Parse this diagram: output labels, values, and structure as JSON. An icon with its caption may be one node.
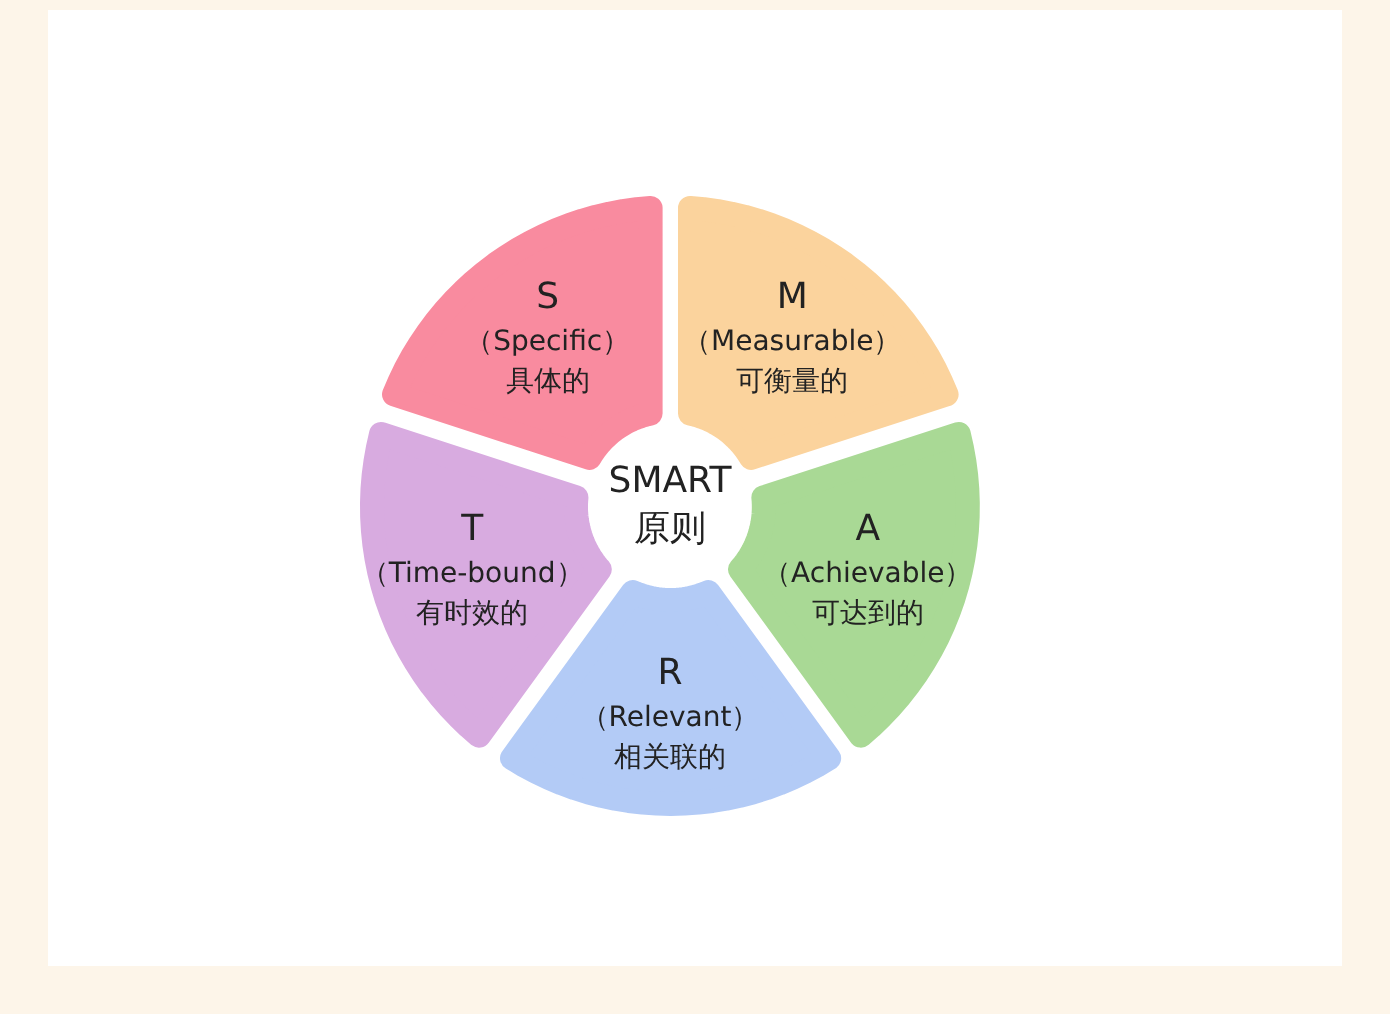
{
  "diagram": {
    "nodes": [
      {
        "text": [
          "SMART原则"
        ]
      },
      {
        "text": [
          "S",
          "（Specific）",
          "具体的"
        ]
      },
      {
        "text": [
          "M",
          "（Measurable）",
          "可衡量的"
        ]
      },
      {
        "text": [
          "A",
          "（Achievable）",
          "可达到的"
        ]
      },
      {
        "text": [
          "R",
          "（Relevant）",
          "相关联的"
        ]
      },
      {
        "text": [
          "T",
          "（Time-bound）",
          "有时效的"
        ]
      }
    ]
  }
}
